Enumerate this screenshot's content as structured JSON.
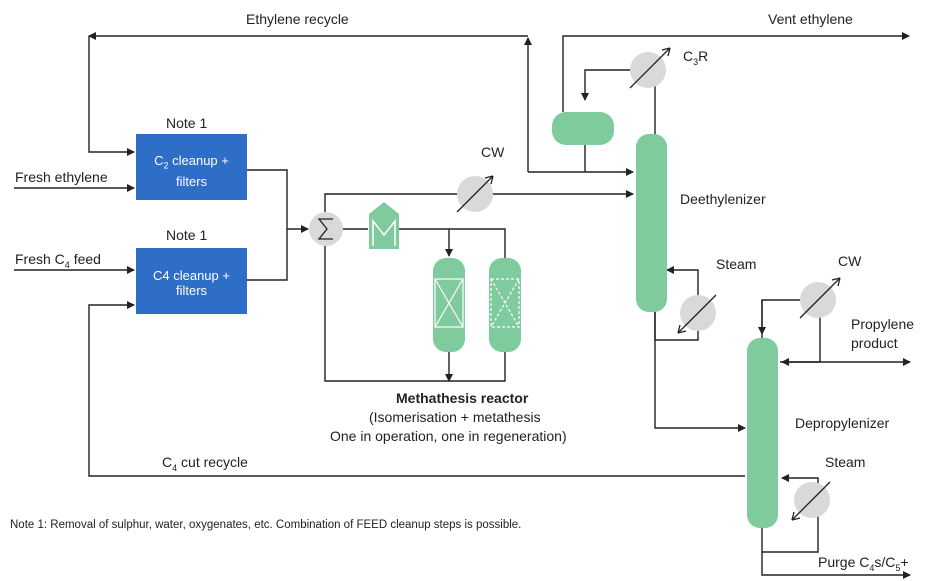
{
  "labels": {
    "ethylene_recycle": "Ethylene recycle",
    "vent_ethylene": "Vent ethylene",
    "c3r_main": "C",
    "c3r_sub": "3",
    "c3r_end": "R",
    "note1_top": "Note 1",
    "note1_bottom": "Note 1",
    "fresh_ethylene": "Fresh ethylene",
    "fresh_c4_pre": "Fresh C",
    "fresh_c4_sub": "4",
    "fresh_c4_post": " feed",
    "c2_box_pre": "C",
    "c2_box_sub": "2",
    "c2_box_line1_post": " cleanup +",
    "c2_box_line2": "filters",
    "c4_box_line1": "C4 cleanup +",
    "c4_box_line2": "filters",
    "cw_top": "CW",
    "cw_right": "CW",
    "deethylenizer": "Deethylenizer",
    "steam_1": "Steam",
    "steam_2": "Steam",
    "propylene_product_1": "Propylene",
    "propylene_product_2": "product",
    "depropylenizer": "Depropylenizer",
    "reactor_title": "Methathesis reactor",
    "reactor_line2": "(Isomerisation + metathesis",
    "reactor_line3": "One in operation, one in regeneration)",
    "c4_recycle_pre": "C",
    "c4_recycle_sub": "4",
    "c4_recycle_post": " cut recycle",
    "purge_pre": "Purge C",
    "purge_sub1": "4",
    "purge_mid": "s/C",
    "purge_sub2": "5",
    "purge_post": "+",
    "footnote": "Note 1: Removal of sulphur, water, oxygenates, etc. Combination of FEED cleanup steps is possible."
  },
  "colors": {
    "box_blue": "#2E6EC6",
    "vessel_green": "#7FCB9E",
    "exchanger_gray": "#D9D9D9",
    "line": "#222222"
  }
}
